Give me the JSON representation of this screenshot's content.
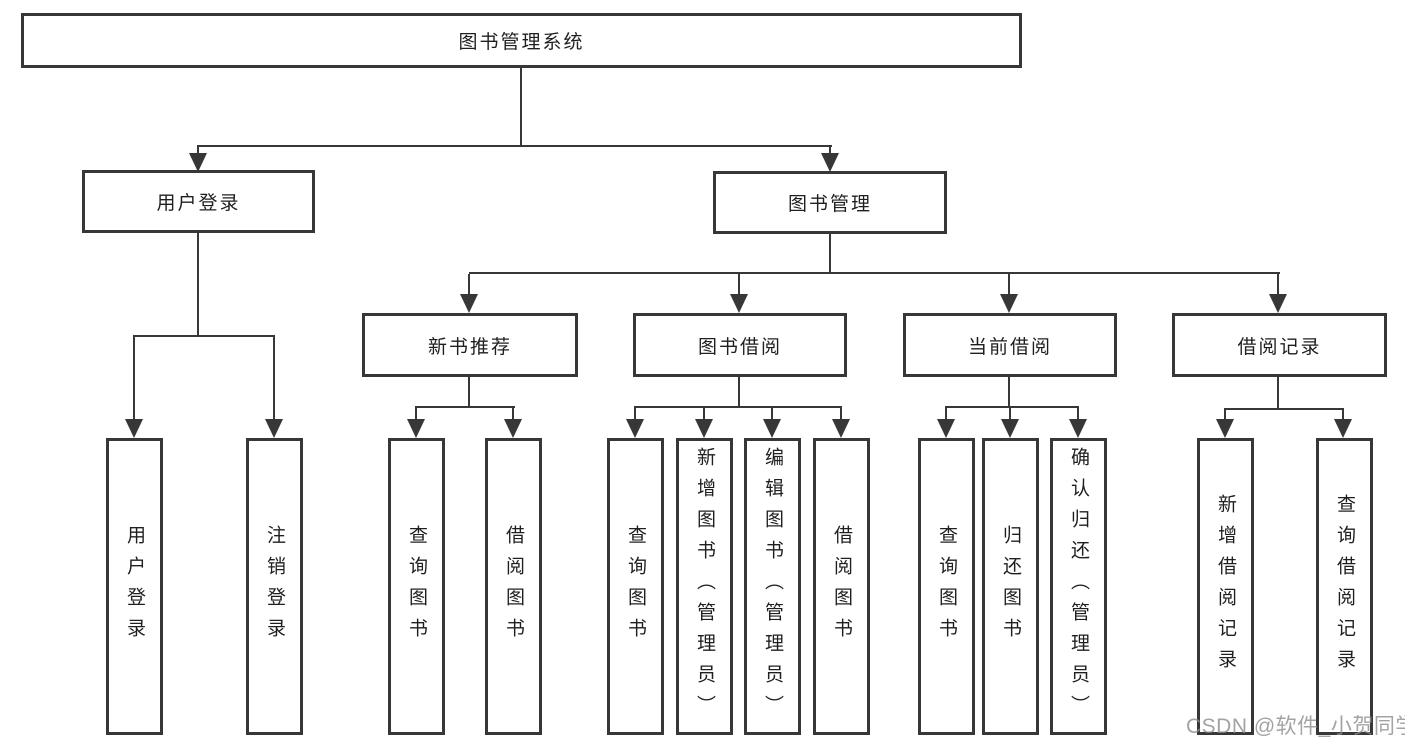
{
  "diagram": {
    "title": "图书管理系统",
    "level2": [
      {
        "label": "用户登录",
        "children": [
          "用户登录",
          "注销登录"
        ]
      },
      {
        "label": "图书管理",
        "children": [
          {
            "label": "新书推荐",
            "children": [
              "查询图书",
              "借阅图书"
            ]
          },
          {
            "label": "图书借阅",
            "children": [
              "查询图书",
              "新增图书（管理员）",
              "编辑图书（管理员）",
              "借阅图书"
            ]
          },
          {
            "label": "当前借阅",
            "children": [
              "查询图书",
              "归还图书",
              "确认归还（管理员）"
            ]
          },
          {
            "label": "借阅记录",
            "children": [
              "新增借阅记录",
              "查询借阅记录"
            ]
          }
        ]
      }
    ]
  },
  "watermark": {
    "text": "CSDN @软件_小贺同学"
  },
  "colors": {
    "line": "#373737",
    "text": "#1f1f1f",
    "watermark": "#8c8c8c",
    "background": "#ffffff"
  }
}
